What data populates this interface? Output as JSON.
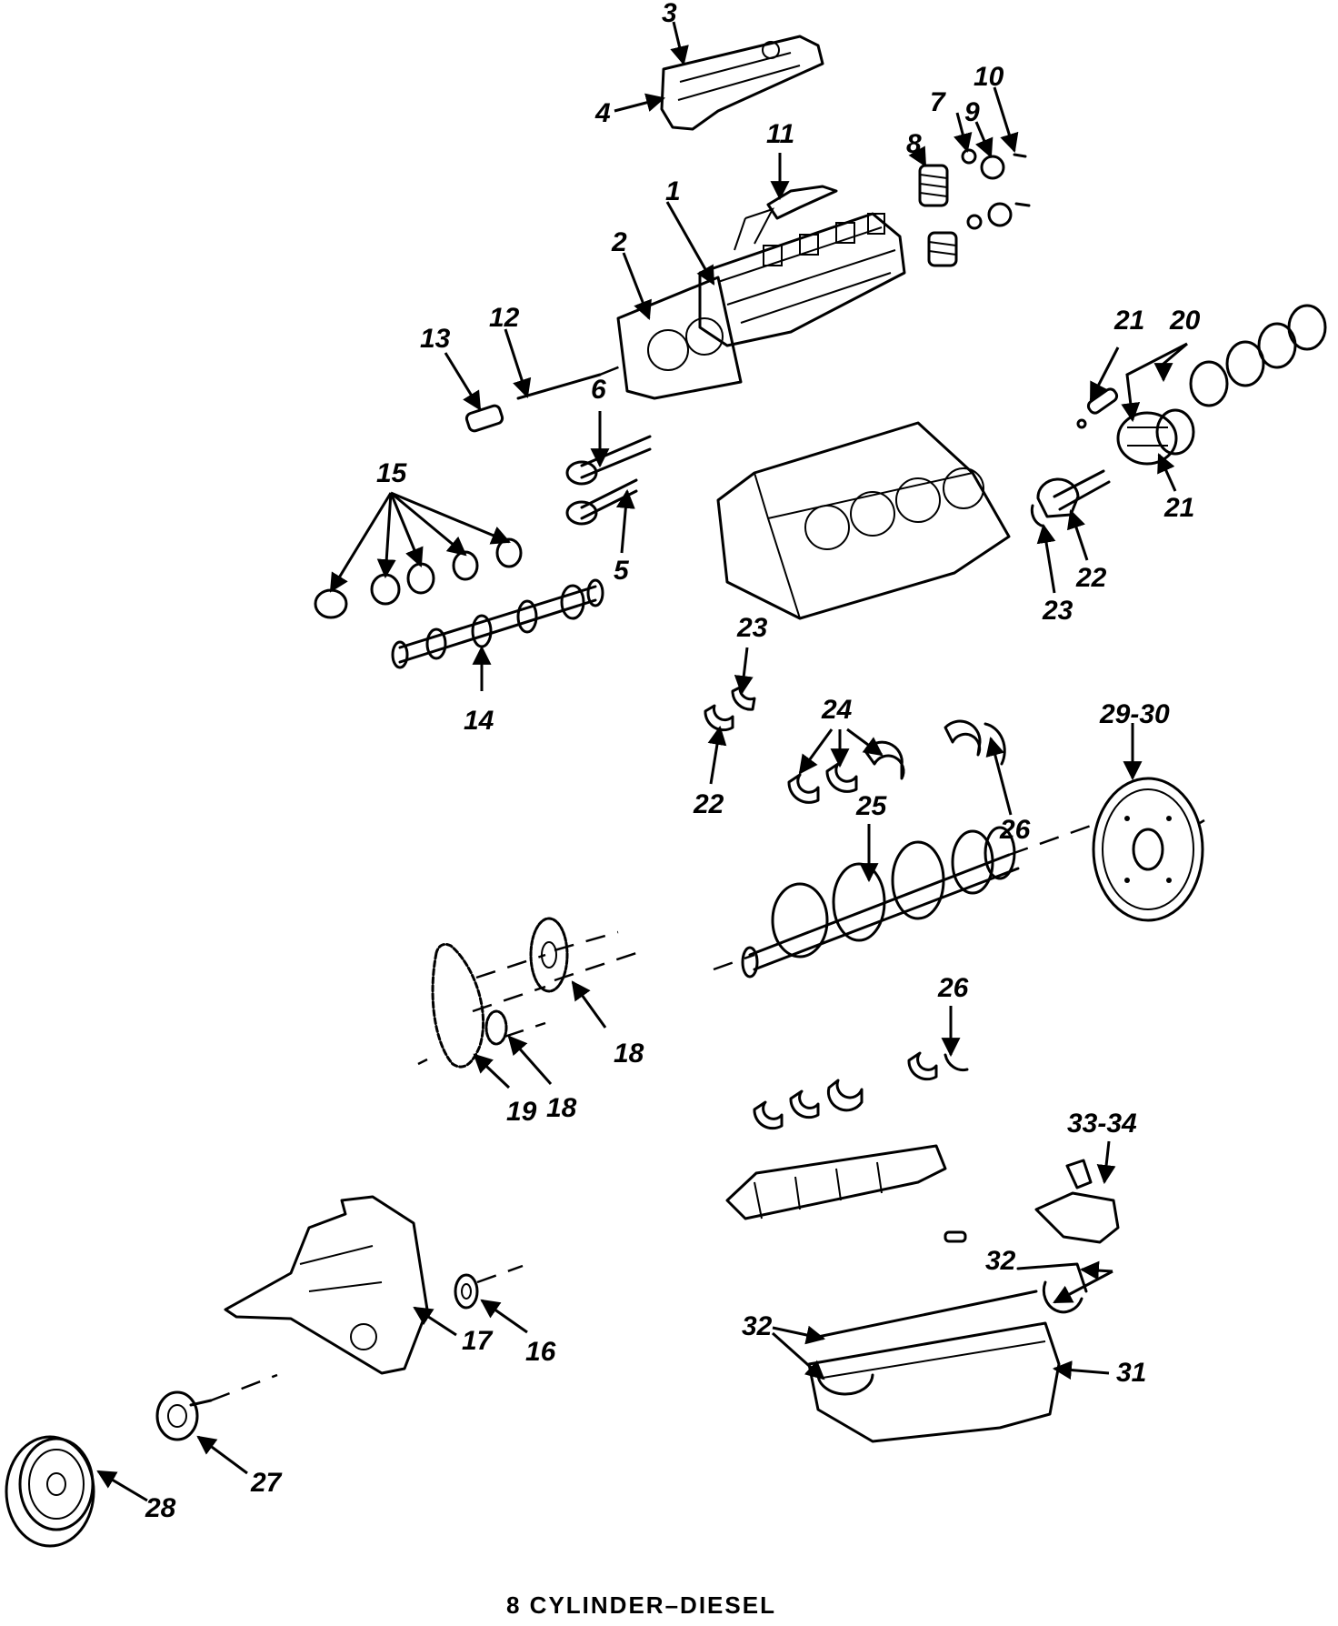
{
  "callouts": {
    "c1": "1",
    "c2": "2",
    "c3": "3",
    "c4": "4",
    "c5": "5",
    "c6": "6",
    "c7": "7",
    "c8": "8",
    "c9": "9",
    "c10": "10",
    "c11": "11",
    "c12": "12",
    "c13": "13",
    "c14": "14",
    "c15": "15",
    "c16": "16",
    "c17": "17",
    "c18a": "18",
    "c18b": "18",
    "c19": "19",
    "c20": "20",
    "c21a": "21",
    "c21b": "21",
    "c22a": "22",
    "c22b": "22",
    "c23a": "23",
    "c23b": "23",
    "c24": "24",
    "c25": "25",
    "c26a": "26",
    "c26b": "26",
    "c27": "27",
    "c28": "28",
    "c29_30": "29-30",
    "c31": "31",
    "c32a": "32",
    "c32b": "32",
    "c33_34": "33-34"
  },
  "caption": "8 CYLINDER–DIESEL"
}
